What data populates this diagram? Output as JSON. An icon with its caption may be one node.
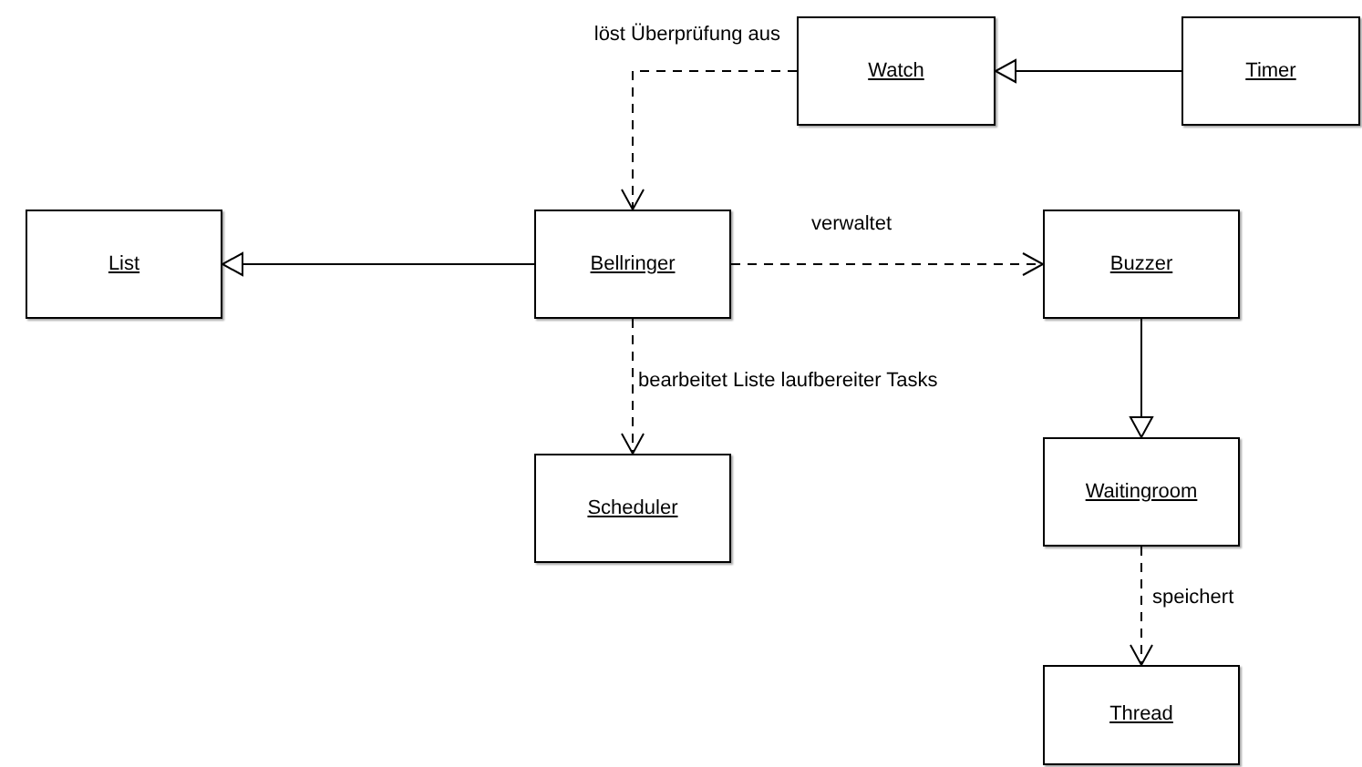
{
  "diagram": {
    "nodes": [
      {
        "text": [
          "Watch"
        ]
      },
      {
        "text": [
          "Timer"
        ]
      },
      {
        "text": [
          "List"
        ]
      },
      {
        "text": [
          "Bellringer"
        ]
      },
      {
        "text": [
          "Buzzer"
        ]
      },
      {
        "text": [
          "Scheduler"
        ]
      },
      {
        "text": [
          "Waitingroom"
        ]
      },
      {
        "text": [
          "Thread"
        ]
      }
    ],
    "edges": [
      {
        "from": 0,
        "to": 3,
        "arrow": "to",
        "style": "dashed",
        "label": "löst Überprüfung aus"
      },
      {
        "from": 1,
        "to": 0,
        "arrow": "to"
      },
      {
        "from": 3,
        "to": 2,
        "arrow": "to"
      },
      {
        "from": 3,
        "to": 4,
        "arrow": "to",
        "style": "dashed",
        "label": "verwaltet"
      },
      {
        "from": 3,
        "to": 5,
        "arrow": "to",
        "style": "dashed",
        "label": "bearbeitet Liste laufbereiter Tasks"
      },
      {
        "from": 4,
        "to": 6,
        "arrow": "to"
      },
      {
        "from": 6,
        "to": 7,
        "arrow": "to",
        "style": "dashed",
        "label": "speichert"
      }
    ]
  }
}
